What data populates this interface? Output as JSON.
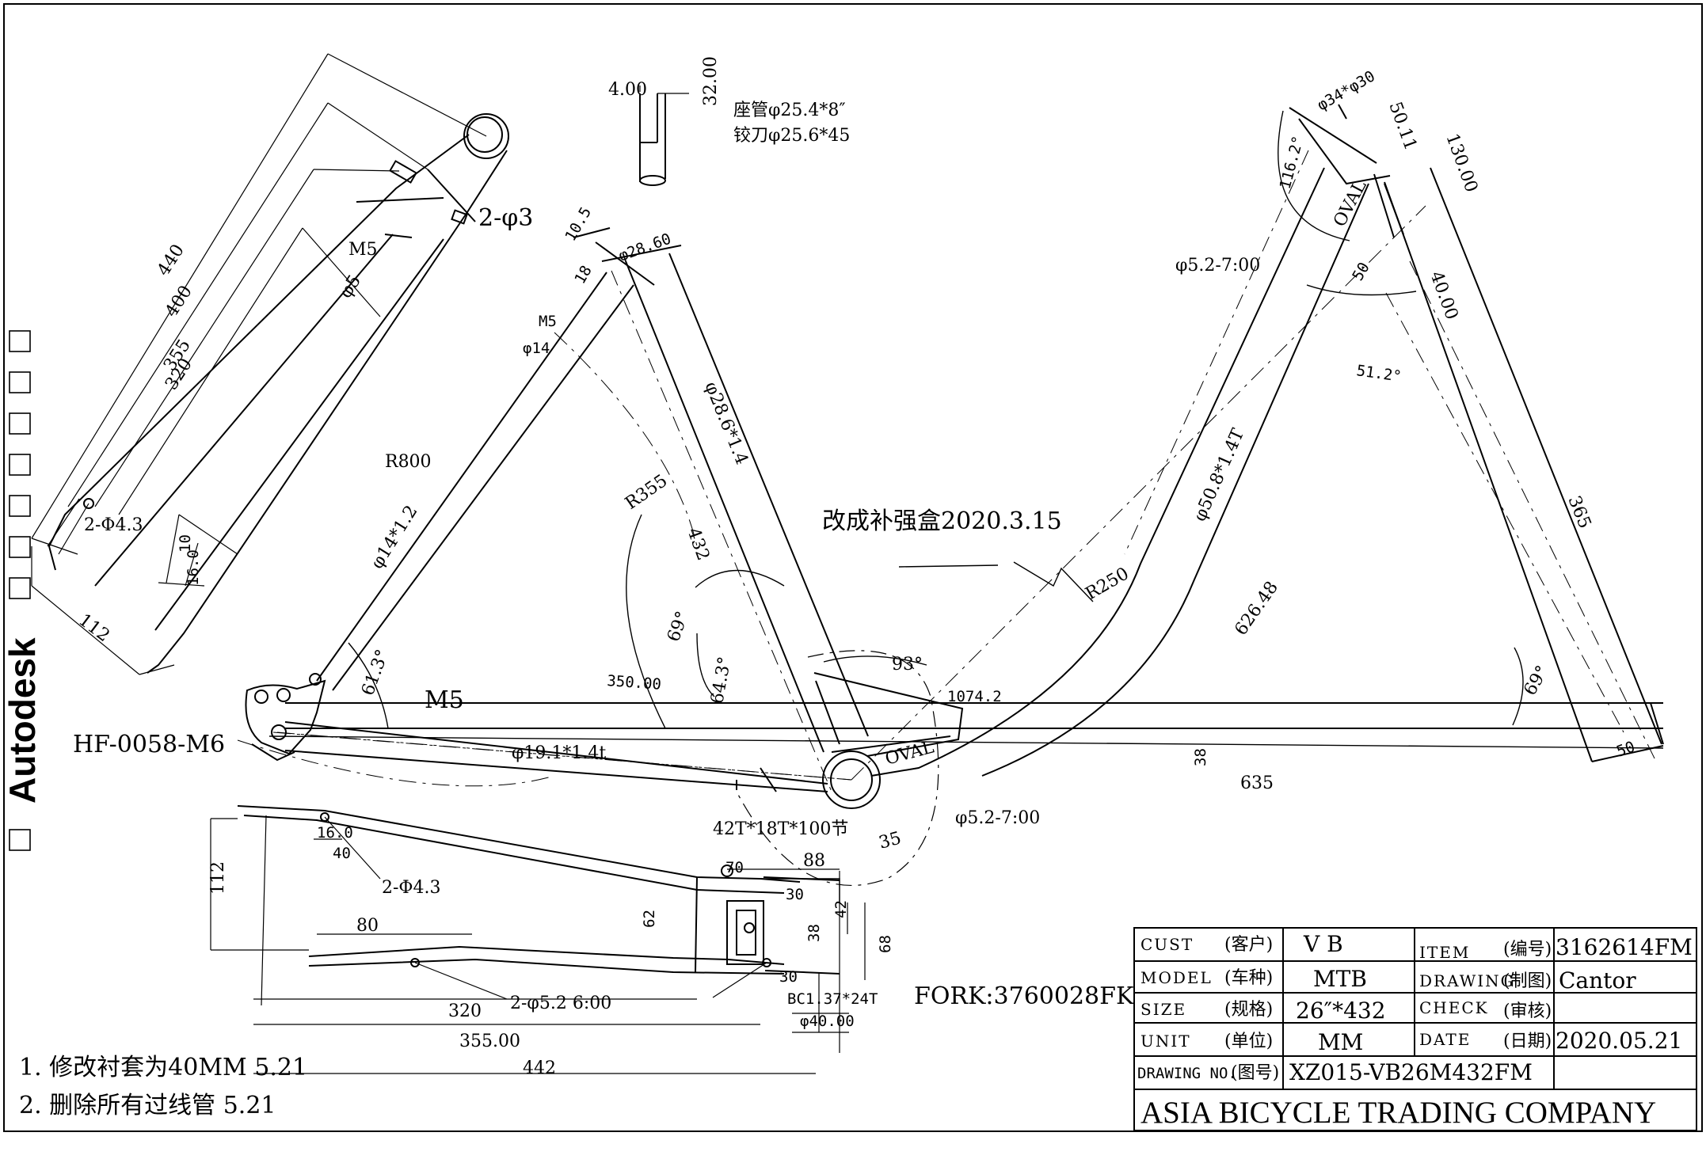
{
  "side_brand": "Autodesk",
  "dropout_part": "HF-0058-M6",
  "fork": "FORK:3760028FK",
  "revision_note": "改成补强盒2020.3.15",
  "seat_tube_note": {
    "line1": "座管φ25.4*8″",
    "line2": "铰刀φ25.6*45",
    "dim_a": "4.00",
    "dim_b": "32.00"
  },
  "dimensions": {
    "seatstay_len": "440",
    "seatstay_400": "400",
    "seatstay_355": "355",
    "seatstay_320": "320",
    "seatstay_112": "112",
    "stay_m5": "M5",
    "stay_phi5": "φ5",
    "stay_2phi3": "2-φ3",
    "stay_2phi43": "2-Φ4.3",
    "stay_10": "10",
    "stay_16": "16.0",
    "r800": "R800",
    "phi14_12": "φ14*1.2",
    "m5_b": "M5",
    "phi14": "φ14",
    "d105": "10.5",
    "d18": "18",
    "phi286_top": "φ28.60",
    "seat_tube": "φ28.6*1.4",
    "r355": "R355",
    "d432": "432",
    "ang69_a": "69°",
    "ang643": "64.3°",
    "ang613": "61.3°",
    "m5_c": "M5",
    "d350": "350.00",
    "chainstay": "φ19.1*1.4t",
    "chain": "42T*18T*100节",
    "ang93": "93°",
    "d1074": "1074.2",
    "oval_bb": "OVAL",
    "phi52_bb": "φ5.2-7:00",
    "d35": "35",
    "r250": "R250",
    "down_tube": "φ50.8*1.4T",
    "d62648": "626.48",
    "d38": "38",
    "d635": "635",
    "ang69_b": "69°",
    "d50_fork": "50",
    "d365": "365",
    "ang512": "51.2°",
    "d40": "40.00",
    "d50_ht": "50",
    "phi52_ht": "φ5.2-7:00",
    "ang1162": "116.2°",
    "oval_ht": "OVAL",
    "phi34": "φ34*φ30",
    "d5011": "50.11",
    "d130": "130.00",
    "cs_112": "112",
    "cs_16": "16.0",
    "cs_40": "40",
    "cs_2phi43": "2-Φ4.3",
    "cs_80": "80",
    "cs_320": "320",
    "cs_355": "355.00",
    "cs_442": "442",
    "cs_2phi52": "2-φ5.2 6:00",
    "cs_70": "70",
    "cs_88": "88",
    "cs_30a": "30",
    "cs_62": "62",
    "cs_42": "42",
    "cs_38": "38",
    "cs_68": "68",
    "cs_30b": "30",
    "cs_bc": "BC1.37*24T",
    "cs_40bb": "φ40.00"
  },
  "notes": [
    "1.  修改衬套为40MM 5.21",
    "2.  删除所有过线管 5.21"
  ],
  "title_block": {
    "cust_label": "CUST",
    "cust_cn": "(客户)",
    "cust_value": "V B",
    "item_label": "ITEM",
    "item_cn": "(编号)",
    "item_value": "3162614FM",
    "model_label": "MODEL",
    "model_cn": "(车种)",
    "model_value": "MTB",
    "drawing_label": "DRAWING",
    "drawing_cn": "(制图)",
    "drawing_value": "Cantor",
    "size_label": "SIZE",
    "size_cn": "(规格)",
    "size_value": "26″*432",
    "check_label": "CHECK",
    "check_cn": "(审核)",
    "check_value": "",
    "unit_label": "UNIT",
    "unit_cn": "(单位)",
    "unit_value": "MM",
    "date_label": "DATE",
    "date_cn": "(日期)",
    "date_value": "2020.05.21",
    "drawing_no_label": "DRAWING NO.",
    "drawing_no_cn": "(图号)",
    "drawing_no_value": "XZ015-VB26M432FM",
    "company": "ASIA BICYCLE TRADING COMPANY"
  }
}
